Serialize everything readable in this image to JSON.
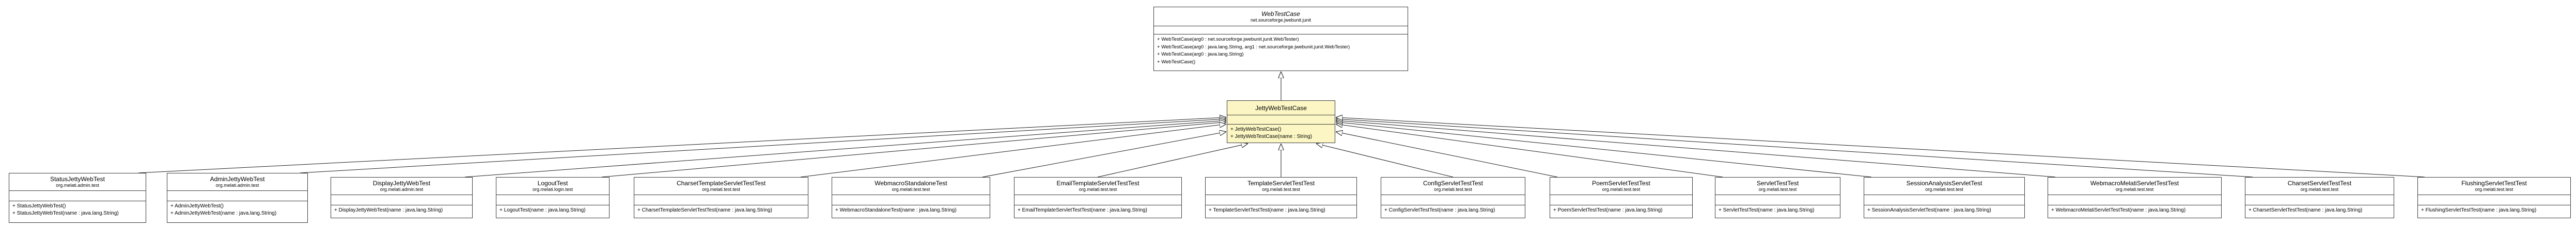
{
  "diagram": {
    "superclass": {
      "name": "WebTestCase",
      "package": "net.sourceforge.jwebunit.junit",
      "abstract": true,
      "methods": [
        "+ WebTestCase(arg0 : net.sourceforge.jwebunit.junit.WebTester)",
        "+ WebTestCase(arg0 : java.lang.String, arg1 : net.sourceforge.jwebunit.junit.WebTester)",
        "+ WebTestCase(arg0 : java.lang.String)",
        "+ WebTestCase()"
      ]
    },
    "focus_class": {
      "name": "JettyWebTestCase",
      "methods": [
        "+ JettyWebTestCase()",
        "+ JettyWebTestCase(name : String)"
      ]
    },
    "subclasses": [
      {
        "name": "StatusJettyWebTest",
        "package": "org.melati.admin.test",
        "methods": [
          "+ StatusJettyWebTest()",
          "+ StatusJettyWebTest(name : java.lang.String)"
        ]
      },
      {
        "name": "AdminJettyWebTest",
        "package": "org.melati.admin.test",
        "methods": [
          "+ AdminJettyWebTest()",
          "+ AdminJettyWebTest(name : java.lang.String)"
        ]
      },
      {
        "name": "DisplayJettyWebTest",
        "package": "org.melati.admin.test",
        "methods": [
          "+ DisplayJettyWebTest(name : java.lang.String)"
        ]
      },
      {
        "name": "LogoutTest",
        "package": "org.melati.login.test",
        "methods": [
          "+ LogoutTest(name : java.lang.String)"
        ]
      },
      {
        "name": "CharsetTemplateServletTestTest",
        "package": "org.melati.test.test",
        "methods": [
          "+ CharsetTemplateServletTestTest(name : java.lang.String)"
        ]
      },
      {
        "name": "WebmacroStandaloneTest",
        "package": "org.melati.test.test",
        "methods": [
          "+ WebmacroStandaloneTest(name : java.lang.String)"
        ]
      },
      {
        "name": "EmailTemplateServletTestTest",
        "package": "org.melati.test.test",
        "methods": [
          "+ EmailTemplateServletTestTest(name : java.lang.String)"
        ]
      },
      {
        "name": "TemplateServletTestTest",
        "package": "org.melati.test.test",
        "methods": [
          "+ TemplateServletTestTest(name : java.lang.String)"
        ]
      },
      {
        "name": "ConfigServletTestTest",
        "package": "org.melati.test.test",
        "methods": [
          "+ ConfigServletTestTest(name : java.lang.String)"
        ]
      },
      {
        "name": "PoemServletTestTest",
        "package": "org.melati.test.test",
        "methods": [
          "+ PoemServletTestTest(name : java.lang.String)"
        ]
      },
      {
        "name": "ServletTestTest",
        "package": "org.melati.test.test",
        "methods": [
          "+ ServletTestTest(name : java.lang.String)"
        ]
      },
      {
        "name": "SessionAnalysisServletTest",
        "package": "org.melati.test.test",
        "methods": [
          "+ SessionAnalysisServletTest(name : java.lang.String)"
        ]
      },
      {
        "name": "WebmacroMelatiServletTestTest",
        "package": "org.melati.test.test",
        "methods": [
          "+ WebmacroMelatiServletTestTest(name : java.lang.String)"
        ]
      },
      {
        "name": "CharsetServletTestTest",
        "package": "org.melati.test.test",
        "methods": [
          "+ CharsetServletTestTest(name : java.lang.String)"
        ]
      },
      {
        "name": "FlushingServletTestTest",
        "package": "org.melati.test.test",
        "methods": [
          "+ FlushingServletTestTest(name : java.lang.String)"
        ]
      }
    ],
    "colors": {
      "highlight_fill": "#FBF6C3",
      "box_fill": "#FFFFFF",
      "border": "#3A3A3A",
      "edge": "#1A1A1A"
    }
  }
}
